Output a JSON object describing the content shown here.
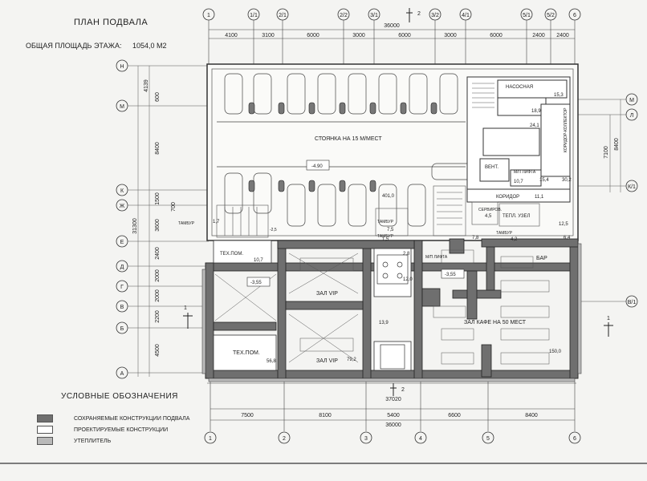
{
  "title": "ПЛАН ПОДВАЛА",
  "total_area": {
    "label": "ОБЩАЯ ПЛОЩАДЬ ЭТАЖА:",
    "value": "1054,0 М2"
  },
  "legend": {
    "title": "УСЛОВНЫЕ ОБОЗНАЧЕНИЯ",
    "items": [
      {
        "label": "СОХРАНЯЕМЫЕ КОНСТРУКЦИИ ПОДВАЛА",
        "color": "#6f6f6f"
      },
      {
        "label": "ПРОЕКТИРУЕМЫЕ КОНСТРУКЦИИ",
        "color": "#ffffff"
      },
      {
        "label": "УТЕПЛИТЕЛЬ",
        "color": "#b9b9b9"
      }
    ]
  },
  "axes": {
    "top": [
      "1",
      "1/1",
      "2/1",
      "2/2",
      "3/1",
      "3/2",
      "4/1",
      "5/1",
      "5/2",
      "6"
    ],
    "bottom": [
      "1",
      "2",
      "3",
      "4",
      "5",
      "6"
    ],
    "left": [
      "Н",
      "М",
      "К",
      "Ж",
      "Е",
      "Д",
      "Г",
      "В",
      "Б",
      "А"
    ],
    "right": [
      "М",
      "Л",
      "К/1",
      "В/1"
    ]
  },
  "dims": {
    "top": [
      "4100",
      "3100",
      "6000",
      "3000",
      "6000",
      "3000",
      "6000",
      "2400",
      "2400"
    ],
    "top_total": "36000",
    "bottom": [
      "7500",
      "8100",
      "5400",
      "6600",
      "8400"
    ],
    "bottom_total": "36000",
    "bottom_partial": "37020",
    "left": [
      "4139",
      "600",
      "8400",
      "1500",
      "700",
      "3600",
      "2400",
      "2000",
      "2000",
      "2200",
      "4500"
    ],
    "left_total": "31300",
    "right": [
      "7100",
      "8400"
    ]
  },
  "section_marks": [
    "2",
    "2",
    "1",
    "1"
  ],
  "rooms": {
    "parking": "СТОЯНКА НА 15 М/МЕСТ",
    "parking_level": "-4.90",
    "parking_area": "401,0",
    "pump": "НАСОСНАЯ",
    "pump_area": "15,3",
    "area_18_9": "18,9",
    "area_24_1": "24,1",
    "collector": "КОРИДОР-КОЛЛЕКТОР",
    "vent": "ВЕНТ.",
    "vent_area": "10,7",
    "mlift_top": "М/П ЛИФТА",
    "mlift_top_area": "15,4",
    "area_30_2": "30,2",
    "corridor": "КОРИДОР",
    "corridor_area": "11,1",
    "service": "СЕРВИРОВ.",
    "service_area": "4,5",
    "heat": "ТЕПЛ. УЗЕЛ",
    "heat_area": "12,5",
    "tambur_a": "ТАМБУР",
    "tambur_a_area": "1,7",
    "tambur_b": "ТАМБУР",
    "tambur_b_area": "7,5",
    "tambur_c": "ТАМБУР",
    "tambur_c_area": "1,5",
    "tambur_d": "ТАМБУР",
    "tambur_d_area": "4,2",
    "area_7_8": "7,8",
    "area_6_4": "6,4",
    "level_2_5": "-2,5",
    "tech1": "ТЕХ.ПОМ.",
    "tech1_area": "10,7",
    "mlift_mid": "М/П ЛИФТА",
    "mlift_mid_area": "2,8",
    "bar": "БАР",
    "level_left": "-3,55",
    "level_right": "-3,55",
    "vip1": "ЗАЛ VIP",
    "area_12_0": "12,0",
    "cafe": "ЗАЛ КАФЕ НА 50 МЕСТ",
    "area_13_9": "13,9",
    "tech2": "ТЕХ.ПОМ.",
    "tech2_area": "56,8",
    "vip2": "ЗАЛ VIP",
    "vip2_area": "79,2",
    "cafe_area": "150,0"
  },
  "colors": {
    "kept": "#6f6f6f",
    "new": "#ffffff",
    "insul": "#b9b9b9",
    "line": "#333333"
  }
}
